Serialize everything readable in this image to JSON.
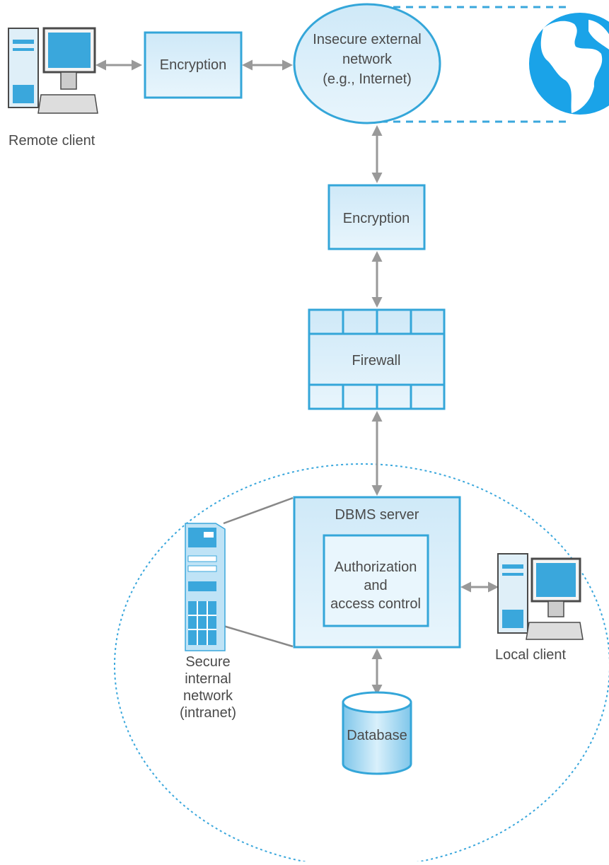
{
  "remote_client": {
    "label": "Remote client"
  },
  "encryption_remote": {
    "label": "Encryption"
  },
  "external_network": {
    "line1": "Insecure external",
    "line2": "network",
    "line3": "(e.g., Internet)"
  },
  "encryption_main": {
    "label": "Encryption"
  },
  "firewall": {
    "label": "Firewall"
  },
  "dbms_server": {
    "title": "DBMS server"
  },
  "authorization": {
    "line1": "Authorization",
    "line2": "and",
    "line3": "access control"
  },
  "local_client": {
    "label": "Local client"
  },
  "secure_network": {
    "line1": "Secure",
    "line2": "internal",
    "line3": "network",
    "line4": "(intranet)"
  },
  "database": {
    "label": "Database"
  },
  "colors": {
    "box_stroke": "#34a6d9",
    "box_fill": "#d8eef9",
    "connector": "#999999",
    "globe": "#1aa3e8"
  }
}
